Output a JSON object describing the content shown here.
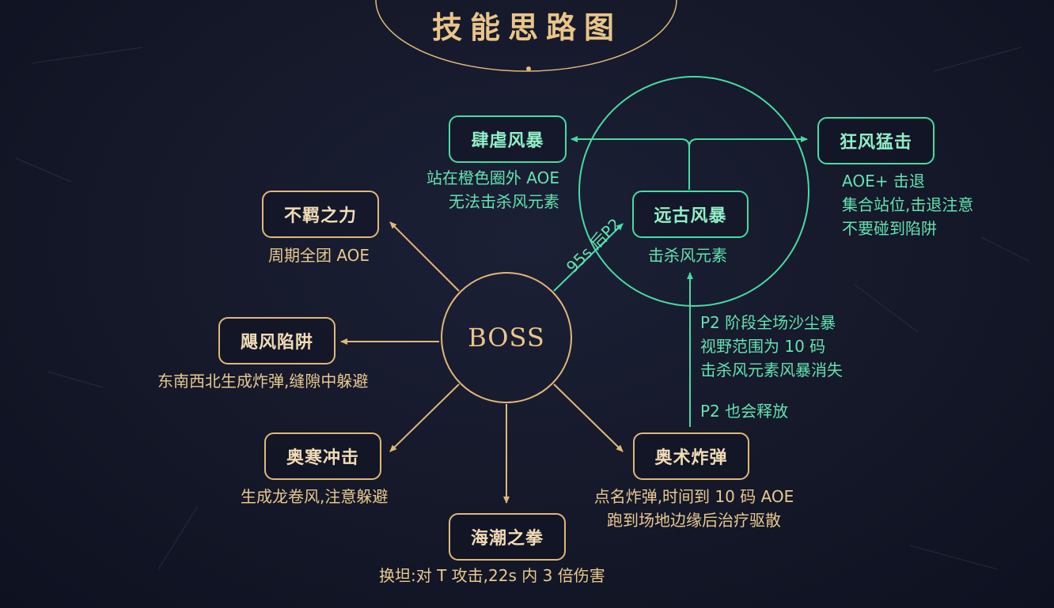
{
  "title": "技能思路图",
  "center": "BOSS",
  "nodes": {
    "siliefengbao": {
      "label": "肆虐风暴",
      "desc": [
        "站在橙色圈外 AOE",
        "无法击杀风元素"
      ]
    },
    "kuangfengmengji": {
      "label": "狂风猛击",
      "desc": [
        "AOE+ 击退",
        "集合站位,击退注意",
        "不要碰到陷阱"
      ]
    },
    "yuangufengbao": {
      "label": "远古风暴",
      "desc": [
        "击杀风元素"
      ]
    },
    "buji": {
      "label": "不羁之力",
      "desc": [
        "周期全团 AOE"
      ]
    },
    "jufengxianjing": {
      "label": "飓风陷阱",
      "desc": [
        "东南西北生成炸弹,缝隙中躲避"
      ]
    },
    "aohanchongji": {
      "label": "奥寒冲击",
      "desc": [
        "生成龙卷风,注意躲避"
      ]
    },
    "haichaozhiquan": {
      "label": "海潮之拳",
      "desc": [
        "换坦:对 T 攻击,22s 内 3 倍伤害"
      ]
    },
    "aoshuzhadan": {
      "label": "奥术炸弹",
      "desc": [
        "点名炸弹,时间到 10 码 AOE",
        "跑到场地边缘后治疗驱散"
      ]
    }
  },
  "p2_text": [
    "P2 阶段全场沙尘暴",
    "视野范围为 10 码",
    "击杀风元素风暴消失"
  ],
  "p2_also": "P2 也会释放",
  "p2_transition": "95s 后P2",
  "colors": {
    "gold": "#e0b87a",
    "green": "#46dca4",
    "background": "#141828"
  }
}
